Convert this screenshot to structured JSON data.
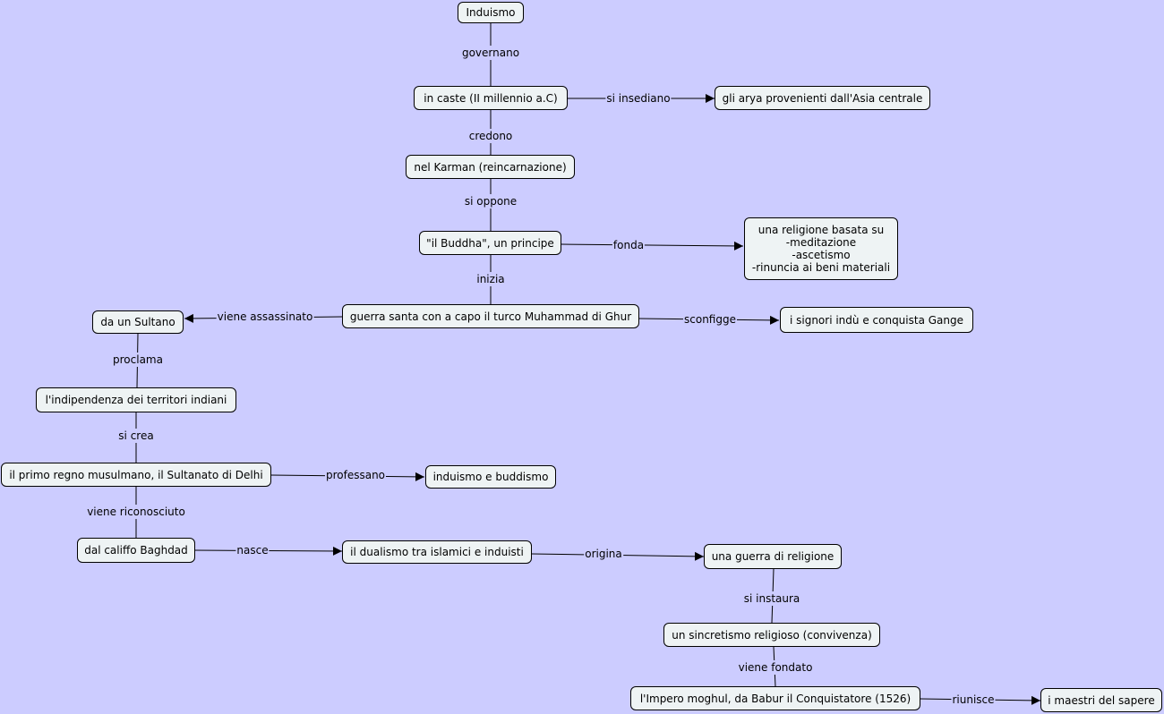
{
  "nodes": {
    "induismo": "Induismo",
    "caste": "in caste (II millennio a.C)",
    "arya": "gli arya provenienti dall'Asia centrale",
    "karman": "nel Karman (reincarnazione)",
    "buddha": "\"il Buddha\", un principe",
    "religione": "una religione basata su\n-meditazione\n-ascetismo\n-rinuncia ai beni materiali",
    "guerra_santa": "guerra santa con a capo il turco Muhammad di Ghur",
    "sultano": "da un Sultano",
    "signori": "i signori indù e conquista Gange",
    "indipendenza": "l'indipendenza dei territori indiani",
    "regno": "il primo regno musulmano, il Sultanato di Delhi",
    "induismo_buddismo": "induismo e buddismo",
    "califfo": "dal califfo Baghdad",
    "dualismo": "il dualismo tra islamici e induisti",
    "guerra_religione": "una guerra di religione",
    "sincretismo": "un sincretismo religioso (convivenza)",
    "impero": "l'Impero moghul, da Babur il Conquistatore (1526)",
    "maestri": "i maestri del sapere"
  },
  "links": {
    "governano": "governano",
    "si_insediano": "si insediano",
    "credono": "credono",
    "si_oppone": "si oppone",
    "fonda": "fonda",
    "inizia": "inizia",
    "viene_assassinato": "viene assassinato",
    "sconfigge": "sconfigge",
    "proclama": "proclama",
    "si_crea": "si crea",
    "professano": "professano",
    "viene_riconosciuto": "viene riconosciuto",
    "nasce": "nasce",
    "origina": "origina",
    "si_instaura": "si instaura",
    "viene_fondato": "viene fondato",
    "riunisce": "riunisce"
  }
}
